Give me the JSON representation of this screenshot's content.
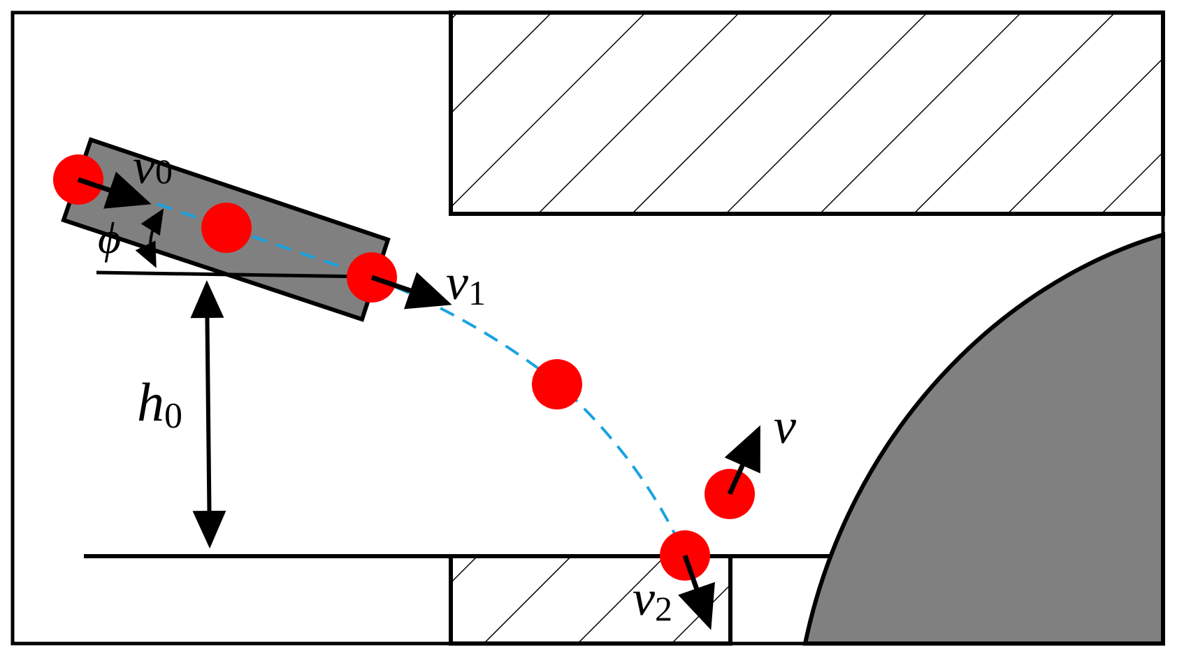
{
  "colors": {
    "particle": "#ff0000",
    "body_fill": "#808080",
    "trajectory": "#1aa3e0",
    "stroke": "#000000",
    "background": "#ffffff"
  },
  "labels": {
    "v0": {
      "main": "v",
      "sub": "0"
    },
    "v1": {
      "main": "v",
      "sub": "1"
    },
    "v2": {
      "main": "v",
      "sub": "2"
    },
    "v": {
      "main": "v"
    },
    "h0": {
      "main": "h",
      "sub": "0"
    },
    "phi": {
      "main": "ϕ"
    }
  }
}
